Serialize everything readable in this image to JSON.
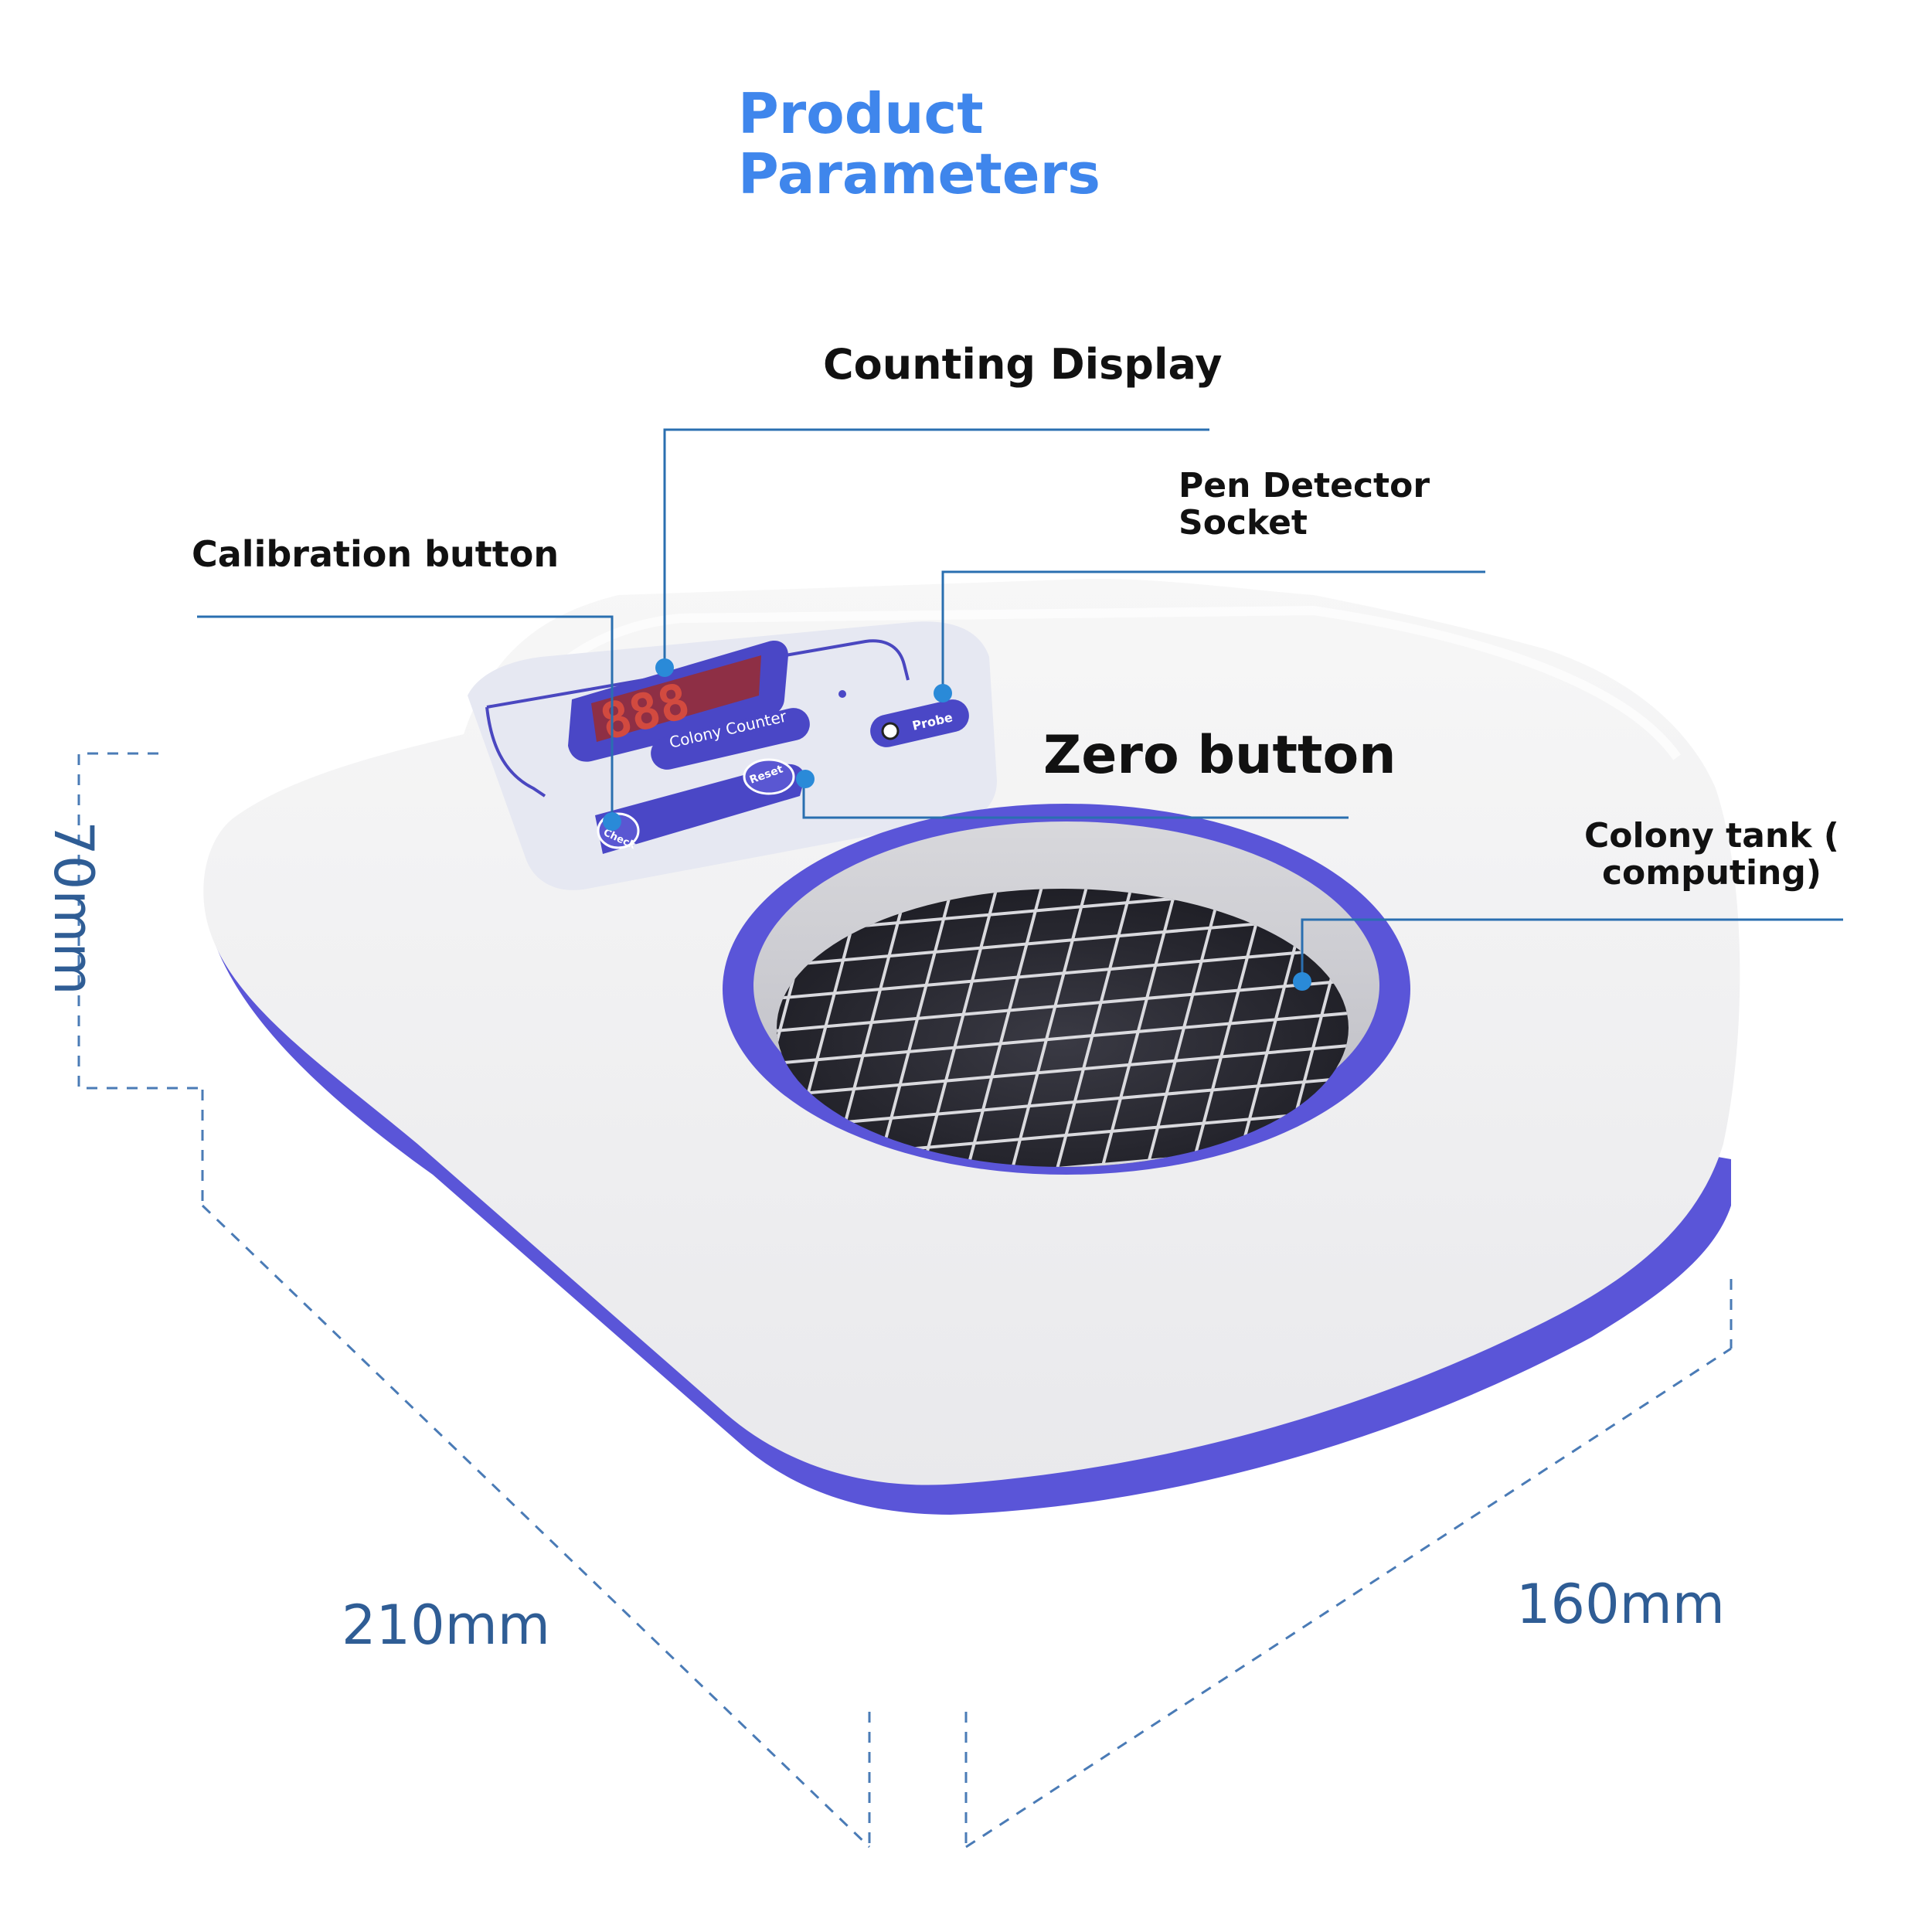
{
  "title": {
    "line1": "Product",
    "line2": "Parameters"
  },
  "callouts": {
    "counting_display": "Counting Display",
    "pen_detector_line1": "Pen Detector",
    "pen_detector_line2": "Socket",
    "calibration_button": "Calibration button",
    "zero_button": "Zero button",
    "colony_tank_line1": "Colony tank (",
    "colony_tank_line2": "computing)"
  },
  "device": {
    "display_digits": "888",
    "brand_label": "Colony Counter",
    "check_label": "Check",
    "reset_label": "Reset",
    "probe_label": "Probe"
  },
  "dimensions": {
    "height": "70mm",
    "length": "210mm",
    "width": "160mm"
  },
  "colors": {
    "accent_blue": "#3f86ec",
    "device_purple": "#5a55d8",
    "callout_line": "#2a6fb0",
    "dimension_text": "#2f5d95",
    "display_red": "#c8403a"
  }
}
